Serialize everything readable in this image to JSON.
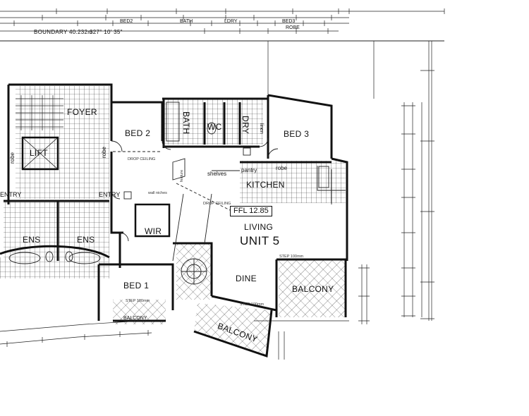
{
  "plan": {
    "unit_label": "UNIT 5",
    "ffl_label": "FFL 12.85",
    "boundary_text": "BOUNDARY 40.232m",
    "bearing_text": "327° 10' 35\"",
    "rooms": {
      "foyer": "FOYER",
      "lift": "LIFT",
      "bed2": "BED 2",
      "bath": "BATH",
      "wc": "WC",
      "dry": "DRY",
      "bed3": "BED 3",
      "kitchen": "KITCHEN",
      "living": "LIVING",
      "wir": "WIR",
      "ens_left": "ENS",
      "ens_right": "ENS",
      "bed1": "BED 1",
      "dine": "DINE",
      "balcony_right": "BALCONY",
      "balcony_center": "BALCONY",
      "balcony_left": "BALCONY",
      "entry_left": "ENTRY",
      "entry_right": "ENTRY"
    },
    "fixtures": {
      "robe_left": "robe",
      "robe_bed2": "robe",
      "robe_bed3": "robe",
      "pantry": "pantry",
      "shelves": "shelves",
      "linen": "linen",
      "wall_niches": "wall niches",
      "feature": "feature",
      "drop_ceiling_1": "DROP CEILING",
      "drop_ceiling_2": "DROP CEILING",
      "step_1": "STEP 100mm",
      "step_2": "STEP 100mm",
      "step_3": "STEP 100mm"
    },
    "dim_labels": {
      "top_bath": "BATH",
      "top_bed2": "BED2",
      "top_ldry": "LDRY",
      "top_bed3": "BED3",
      "top_robe": "ROBE"
    }
  }
}
